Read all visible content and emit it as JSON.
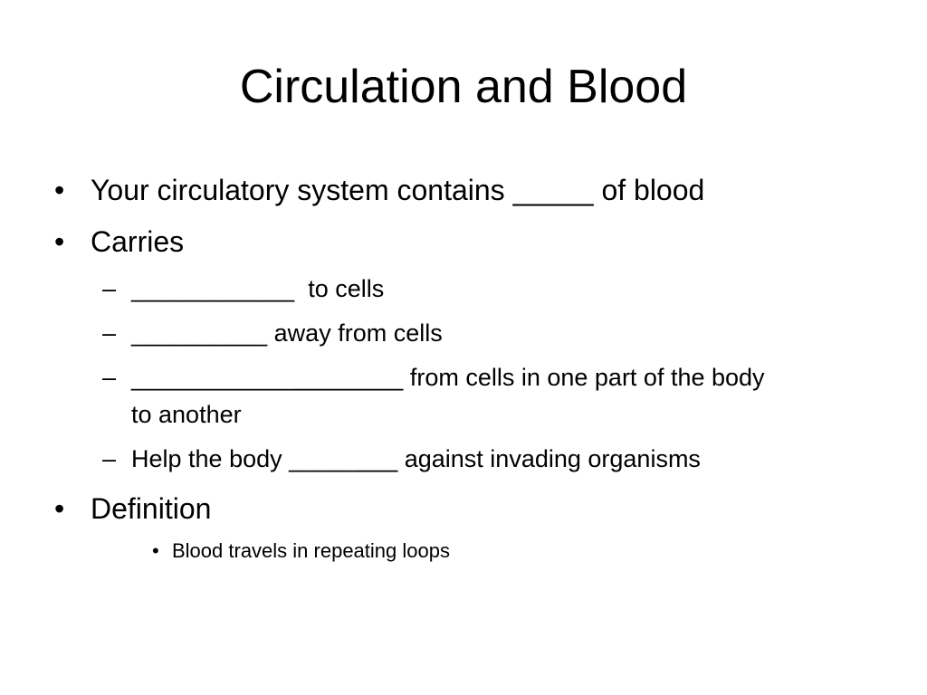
{
  "slide": {
    "title": "Circulation and Blood",
    "bullets": [
      {
        "marker": "•",
        "text": "Your circulatory system contains _____ of blood"
      },
      {
        "marker": "•",
        "text": "Carries"
      },
      {
        "marker": "–",
        "text": "____________  to cells"
      },
      {
        "marker": "–",
        "text": "__________ away from cells"
      },
      {
        "marker": "–",
        "text": "____________________ from cells in one part of the body"
      },
      {
        "marker": "",
        "text": "to another"
      },
      {
        "marker": "–",
        "text": "Help the body ________ against invading organisms"
      },
      {
        "marker": "•",
        "text": "Definition"
      },
      {
        "marker": "•",
        "text": "Blood travels in repeating loops"
      }
    ]
  }
}
